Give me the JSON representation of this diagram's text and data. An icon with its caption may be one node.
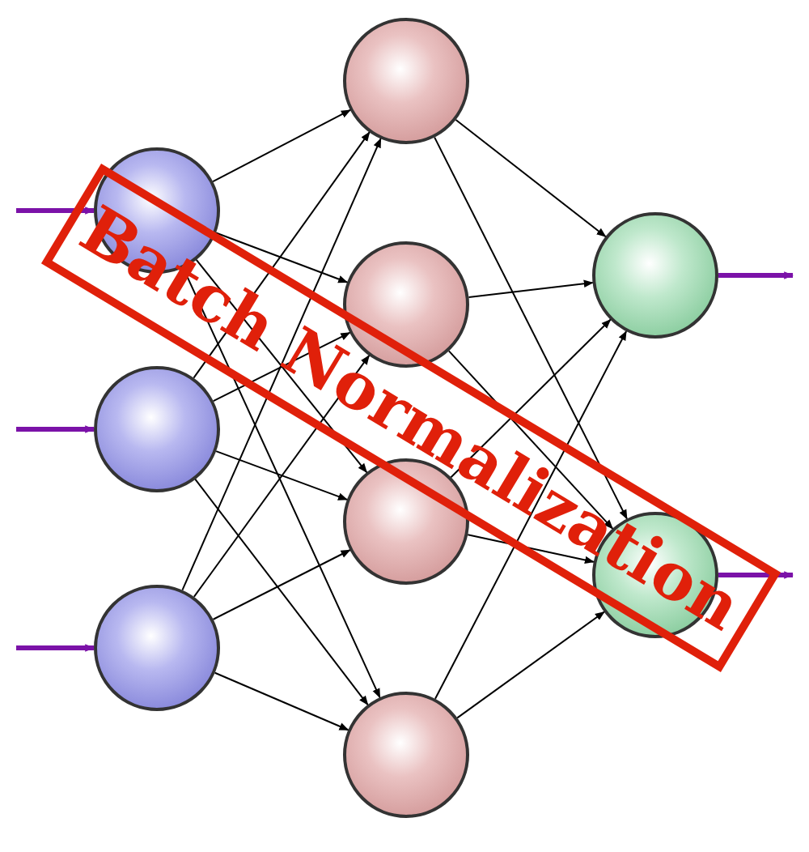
{
  "diagram": {
    "nodes": [
      {
        "text": [],
        "shape": "circle"
      },
      {
        "text": [],
        "shape": "circle"
      },
      {
        "text": [],
        "shape": "circle"
      },
      {
        "text": [],
        "shape": "circle"
      },
      {
        "text": [],
        "shape": "circle"
      },
      {
        "text": [],
        "shape": "circle"
      },
      {
        "text": [],
        "shape": "circle"
      },
      {
        "text": [],
        "shape": "circle"
      },
      {
        "text": [],
        "shape": "circle"
      }
    ],
    "labels": [
      "Batch Normalization"
    ],
    "edges": [
      {
        "from": null,
        "to": 0,
        "arrow": "to",
        "style": "thick",
        "color": "#7b12a8"
      },
      {
        "from": null,
        "to": 1,
        "arrow": "to",
        "style": "thick",
        "color": "#7b12a8"
      },
      {
        "from": null,
        "to": 2,
        "arrow": "to",
        "style": "thick",
        "color": "#7b12a8"
      },
      {
        "from": 0,
        "to": 3,
        "arrow": "to"
      },
      {
        "from": 0,
        "to": 4,
        "arrow": "to"
      },
      {
        "from": 0,
        "to": 5,
        "arrow": "to"
      },
      {
        "from": 0,
        "to": 6,
        "arrow": "to"
      },
      {
        "from": 1,
        "to": 3,
        "arrow": "to"
      },
      {
        "from": 1,
        "to": 4,
        "arrow": "to"
      },
      {
        "from": 1,
        "to": 5,
        "arrow": "to"
      },
      {
        "from": 1,
        "to": 6,
        "arrow": "to"
      },
      {
        "from": 2,
        "to": 3,
        "arrow": "to"
      },
      {
        "from": 2,
        "to": 4,
        "arrow": "to"
      },
      {
        "from": 2,
        "to": 5,
        "arrow": "to"
      },
      {
        "from": 2,
        "to": 6,
        "arrow": "to"
      },
      {
        "from": 3,
        "to": 7,
        "arrow": "to"
      },
      {
        "from": 3,
        "to": 8,
        "arrow": "to"
      },
      {
        "from": 4,
        "to": 7,
        "arrow": "to"
      },
      {
        "from": 4,
        "to": 8,
        "arrow": "to"
      },
      {
        "from": 5,
        "to": 7,
        "arrow": "to"
      },
      {
        "from": 5,
        "to": 8,
        "arrow": "to"
      },
      {
        "from": 6,
        "to": 7,
        "arrow": "to"
      },
      {
        "from": 6,
        "to": 8,
        "arrow": "to"
      },
      {
        "from": 7,
        "to": null,
        "arrow": "to",
        "style": "thick",
        "color": "#7b12a8"
      },
      {
        "from": 8,
        "to": null,
        "arrow": "to",
        "style": "thick",
        "color": "#7b12a8"
      }
    ]
  }
}
